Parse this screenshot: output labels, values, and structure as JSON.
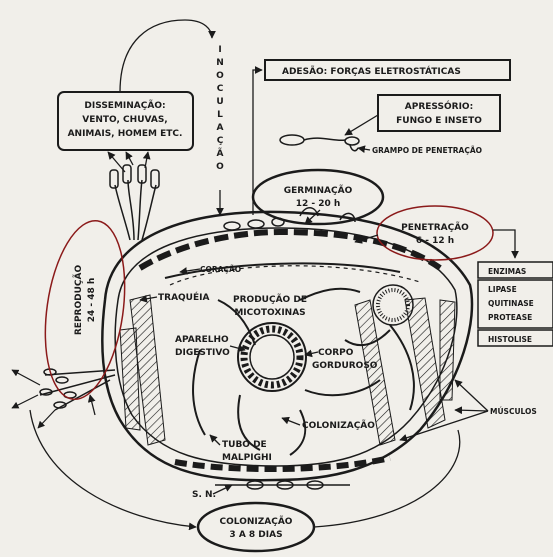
{
  "inoculacao": "INOCULAÇÃO",
  "adesao": "ADESÃO: FORÇAS ELETROSTÁTICAS",
  "disseminacao": [
    "DISSEMINAÇÃO:",
    "VENTO, CHUVAS,",
    "ANIMAIS, HOMEM ETC."
  ],
  "apressorio": [
    "APRESSÓRIO:",
    "FUNGO E INSETO"
  ],
  "grampo": "GRAMPO DE PENETRAÇÃO",
  "germinacao": [
    "GERMINAÇÃO",
    "12 - 20 h"
  ],
  "penetracao": [
    "PENETRAÇÃO",
    "6 - 12 h"
  ],
  "reproducao": [
    "REPRODUÇÃO",
    "24 - 48 h"
  ],
  "enzimas": [
    "ENZIMAS",
    "LIPASE",
    "QUITINASE",
    "PROTEASE",
    "HISTOLISE"
  ],
  "coracao": "CORAÇÃO",
  "producao": [
    "PRODUÇÃO DE",
    "MICOTOXINAS"
  ],
  "traqueia": "TRAQUÉIA",
  "aparelho": [
    "APARELHO",
    "DIGESTIVO"
  ],
  "corpo": [
    "CORPO",
    "GORDUROSO"
  ],
  "colonizacao_int": "COLONIZAÇÃO",
  "tubo": [
    "TUBO DE",
    "MALPIGHI"
  ],
  "musculos": "MÚSCULOS",
  "sn": "S. N.",
  "colonizacao": [
    "COLONIZAÇÃO",
    "3 A 8 DIAS"
  ]
}
